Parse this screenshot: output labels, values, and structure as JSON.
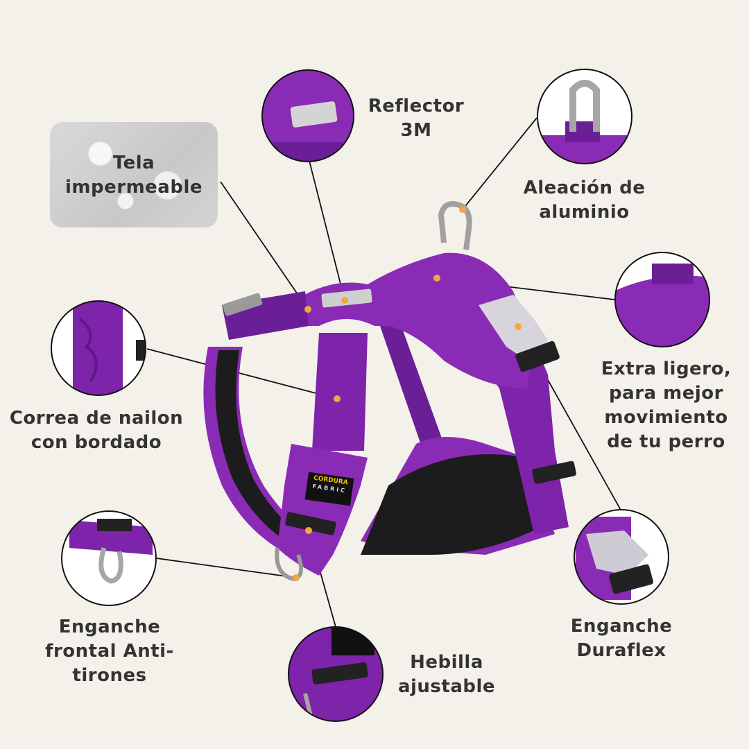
{
  "features": {
    "tela": [
      "Tela",
      "impermeable"
    ],
    "reflector": [
      "Reflector",
      "3M"
    ],
    "aleacion": [
      "Aleación de",
      "aluminio"
    ],
    "correa": [
      "Correa de nailon",
      "con bordado"
    ],
    "ligero": [
      "Extra ligero,",
      "para mejor",
      "movimiento",
      "de tu perro"
    ],
    "enganche_frontal": [
      "Enganche",
      "frontal Anti-",
      "tirones"
    ],
    "hebilla": [
      "Hebilla",
      "ajustable"
    ],
    "duraflex": [
      "Enganche",
      "Duraflex"
    ]
  },
  "brand_tag": {
    "brand": "CORDURA",
    "sub": "FABRIC"
  },
  "colors": {
    "background": "#f4f0ea",
    "harness_purple": "#8a2bb5",
    "harness_dark": "#5d1a86",
    "lining": "#1c1c1c",
    "dot": "#f0a840",
    "text": "#333333"
  }
}
